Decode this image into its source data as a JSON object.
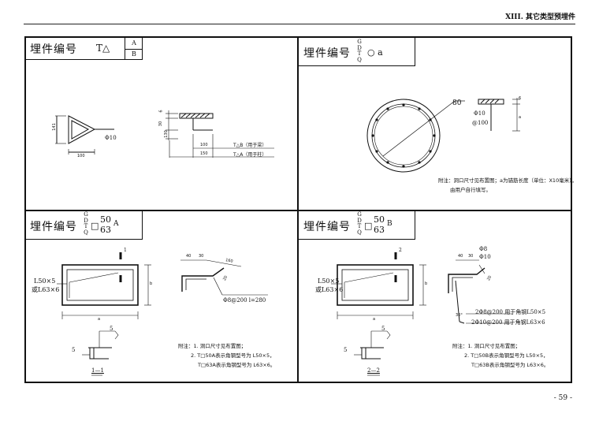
{
  "header": {
    "title": "XIII. 其它类型预埋件"
  },
  "page_number": "- 59 -",
  "panels": {
    "p1": {
      "label": "埋件编号",
      "symbol": "T△",
      "sub_a": "A",
      "sub_b": "B",
      "dims": {
        "left_h": "141",
        "left_w": "100",
        "rod": "Φ10",
        "d6": "6",
        "d30": "30",
        "d130": "130",
        "d100": "100",
        "d150": "150"
      },
      "legend_b": "T△B（用于梁）",
      "legend_a": "T△A（用于柱）"
    },
    "p2": {
      "label": "埋件编号",
      "gdtq": [
        "G",
        "D",
        "T",
        "Q"
      ],
      "symbol": "○ a",
      "dims": {
        "d80": "80",
        "rod1": "Φ10",
        "rod2": "@100",
        "d6": "6",
        "da": "a"
      },
      "note_line1": "附注：洞口尺寸见布置图；a为锚筋长度（单位：X10毫米），",
      "note_line2": "由用户自行填写。"
    },
    "p3": {
      "label": "埋件编号",
      "gdtq": [
        "G",
        "D",
        "T",
        "Q"
      ],
      "symbol": "□",
      "num_top": "50",
      "num_bot": "63",
      "suffix": "A",
      "angle1": "L50×5",
      "angle2": "或L63×6",
      "mark": "1",
      "dims": {
        "d40": "40",
        "d30": "30",
        "d160": "160",
        "d20": "20",
        "db": "b",
        "da": "a",
        "d5": "5"
      },
      "bar": "Φ8@200  l=280",
      "section": "1—1",
      "notes": [
        "附注：1. 洞口尺寸见布置图；",
        "2. T□50A表示角钢型号为 L50×5，",
        "T□63A表示角钢型号为 L63×6。"
      ]
    },
    "p4": {
      "label": "埋件编号",
      "gdtq": [
        "G",
        "D",
        "T",
        "Q"
      ],
      "symbol": "□",
      "num_top": "50",
      "num_bot": "63",
      "suffix": "B",
      "angle1": "L50×5",
      "angle2": "或L63×6",
      "mark": "2",
      "dims": {
        "d40": "40",
        "d30": "30",
        "rod1": "Φ8",
        "rod2": "Φ10",
        "d20": "20",
        "d30b": "30°",
        "db": "b",
        "da": "a",
        "d5": "5"
      },
      "bar1": "2Φ8@200  用于角钢L50×5",
      "bar2": "2Φ10@200  用于角钢L63×6",
      "section": "2—2",
      "notes": [
        "附注：1. 洞口尺寸见布置图；",
        "2. T□50B表示角钢型号为 L50×5，",
        "T□63B表示角钢型号为 L63×6。"
      ]
    }
  }
}
